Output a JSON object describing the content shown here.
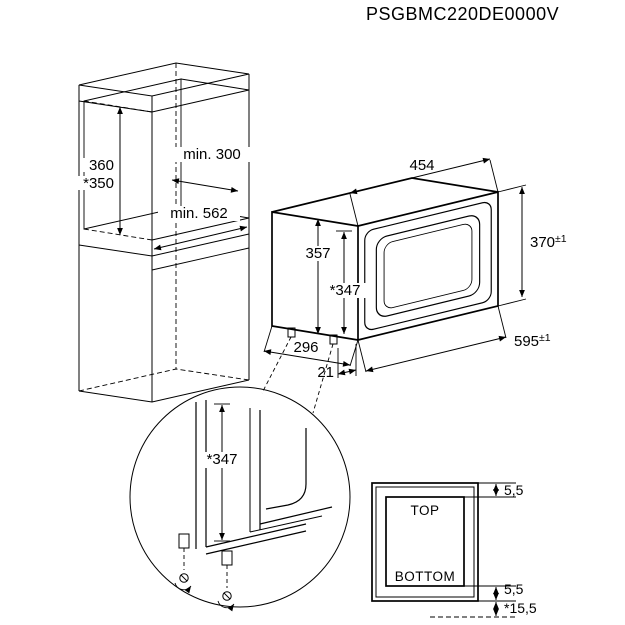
{
  "product_code": "PSGBMC220DE0000V",
  "cabinet": {
    "niche_height": "360",
    "niche_height_trim": "*350",
    "niche_depth_min": "min. 300",
    "niche_width_min": "min. 562"
  },
  "microwave": {
    "top_width": "454",
    "body_height": "357",
    "body_height_trim": "*347",
    "front_height": "370",
    "front_height_tolerance": "±1",
    "front_width": "595",
    "front_width_tolerance": "±1",
    "body_depth": "296",
    "foot_inset": "21"
  },
  "detail_view": {
    "height_trim": "*347"
  },
  "front_view": {
    "top_label": "TOP",
    "bottom_label": "BOTTOM",
    "overlap_top": "5,5",
    "overlap_bottom": "5,5",
    "overlap_bottom_trim": "*15,5"
  },
  "colors": {
    "line": "#000000",
    "background": "#ffffff"
  }
}
